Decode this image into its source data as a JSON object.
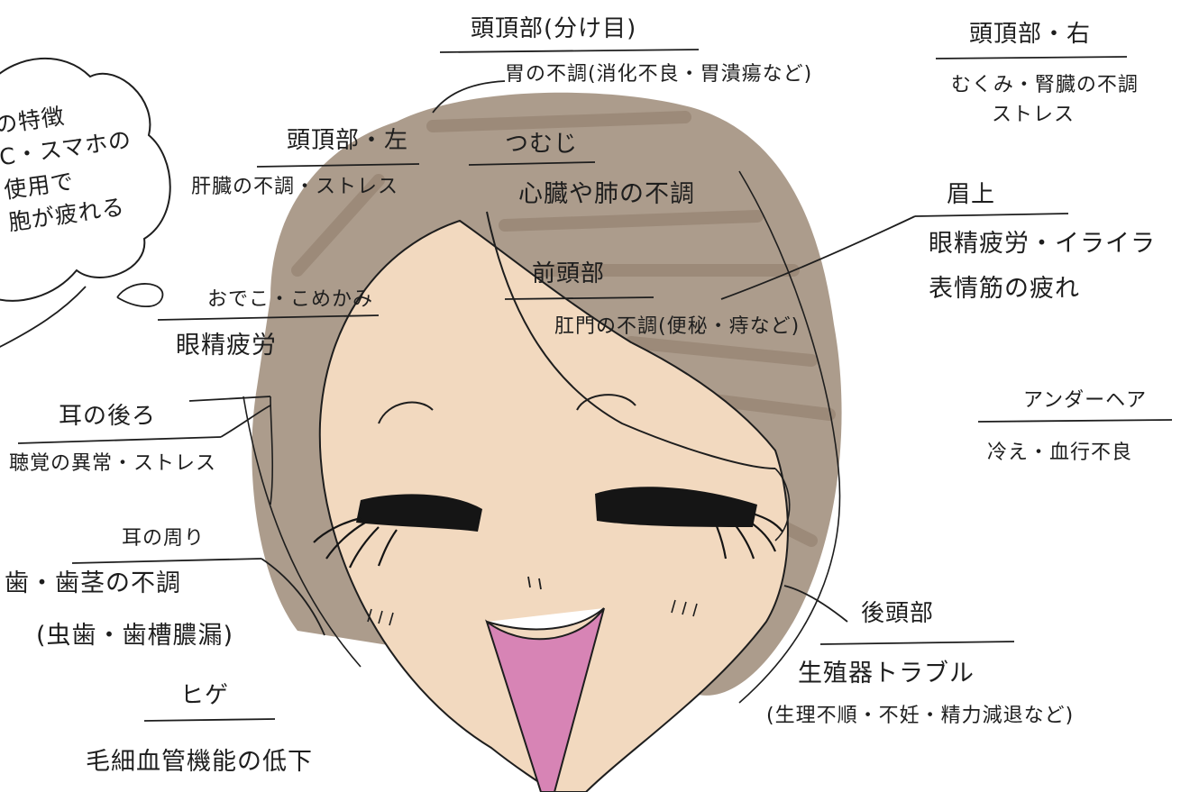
{
  "regions": {
    "crown_center": {
      "name": "頭頂部(分け目)",
      "desc": "胃の不調(消化不良・胃潰瘍など)"
    },
    "crown_right": {
      "name": "頭頂部・右",
      "desc1": "むくみ・腎臓の不調",
      "desc2": "ストレス"
    },
    "crown_left": {
      "name": "頭頂部・左",
      "desc": "肝臓の不調・ストレス"
    },
    "whorl": {
      "name": "つむじ",
      "desc": "心臓や肺の不調"
    },
    "above_brow": {
      "name": "眉上",
      "desc1": "眼精疲労・イライラ",
      "desc2": "表情筋の疲れ"
    },
    "front_head": {
      "name": "前頭部",
      "desc": "肛門の不調(便秘・痔など)"
    },
    "forehead_temple": {
      "name": "おでこ・こめかみ",
      "desc": "眼精疲労"
    },
    "behind_ear": {
      "name": "耳の後ろ",
      "desc": "聴覚の異常・ストレス"
    },
    "underhair": {
      "name": "アンダーヘア",
      "desc": "冷え・血行不良"
    },
    "around_ear": {
      "name": "耳の周り",
      "desc1": "歯・歯茎の不調",
      "desc2": "(虫歯・歯槽膿漏)"
    },
    "back_head": {
      "name": "後頭部",
      "desc1": "生殖器トラブル",
      "desc2": "(生理不順・不妊・精力減退など)"
    },
    "beard": {
      "name": "ヒゲ",
      "desc": "毛細血管機能の低下"
    }
  },
  "bubble": {
    "line1": "の特徴",
    "line2": "C・スマホの",
    "line3": "使用で",
    "line4": "胞が疲れる"
  },
  "colors": {
    "skin": "#f2d9bf",
    "skin_shade": "#e8c8a6",
    "hair": "#a3917f",
    "hair_dark": "#8f7c6a",
    "lash": "#151515",
    "mouth": "#d784b5",
    "line": "#1e1e1e"
  },
  "icons": [
    "thought-bubble",
    "face-illustration"
  ]
}
